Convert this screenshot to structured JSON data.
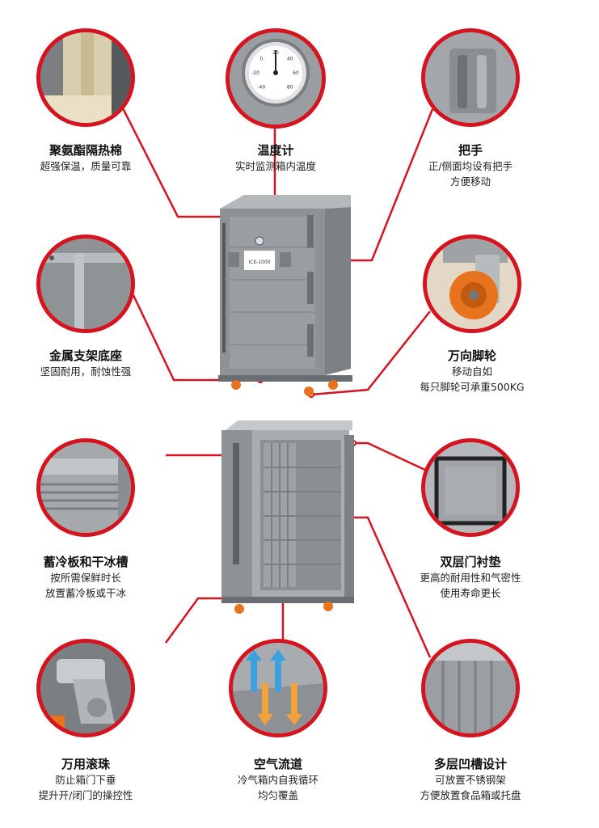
{
  "features": [
    {
      "title": "聚氨酯隔热棉",
      "desc": [
        "超强保温，质量可靠"
      ],
      "icon": "foam-insulation-closeup"
    },
    {
      "title": "温度计",
      "desc": [
        "实时监测箱内温度"
      ],
      "icon": "thermometer-dial"
    },
    {
      "title": "把手",
      "desc": [
        "正/侧面均设有把手",
        "方便移动"
      ],
      "icon": "recessed-handle"
    },
    {
      "title": "金属支架底座",
      "desc": [
        "坚固耐用，耐蚀性强"
      ],
      "icon": "metal-frame-corner"
    },
    {
      "title": "万向脚轮",
      "desc": [
        "移动自如",
        "每只脚轮可承重500KG"
      ],
      "icon": "caster-wheel"
    },
    {
      "title": "蓄冷板和干冰槽",
      "desc": [
        "按所需保鲜时长",
        "放置蓄冷板或干冰"
      ],
      "icon": "ice-slot-rails"
    },
    {
      "title": "双层门衬垫",
      "desc": [
        "更高的耐用性和气密性",
        "使用寿命更长"
      ],
      "icon": "door-gasket"
    },
    {
      "title": "万用滚珠",
      "desc": [
        "防止箱门下垂",
        "提升开/闭门的操控性"
      ],
      "icon": "door-roller-hinge"
    },
    {
      "title": "空气流道",
      "desc": [
        "冷气箱内自我循环",
        "均匀覆盖"
      ],
      "icon": "airflow-arrows"
    },
    {
      "title": "多层凹槽设计",
      "desc": [
        "可放置不锈钢架",
        "方便放置食品箱或托盘"
      ],
      "icon": "multi-groove-wall"
    }
  ],
  "thermometer": {
    "ticks": [
      "-40",
      "-20",
      "0",
      "20",
      "40",
      "60",
      "80"
    ]
  },
  "label_plate": {
    "line1": "ICE-1000"
  },
  "colors": {
    "accent": "#d6141f",
    "cabinet": "#8e9296",
    "cabinet_dark": "#6f7377",
    "wheel": "#e8731f"
  }
}
